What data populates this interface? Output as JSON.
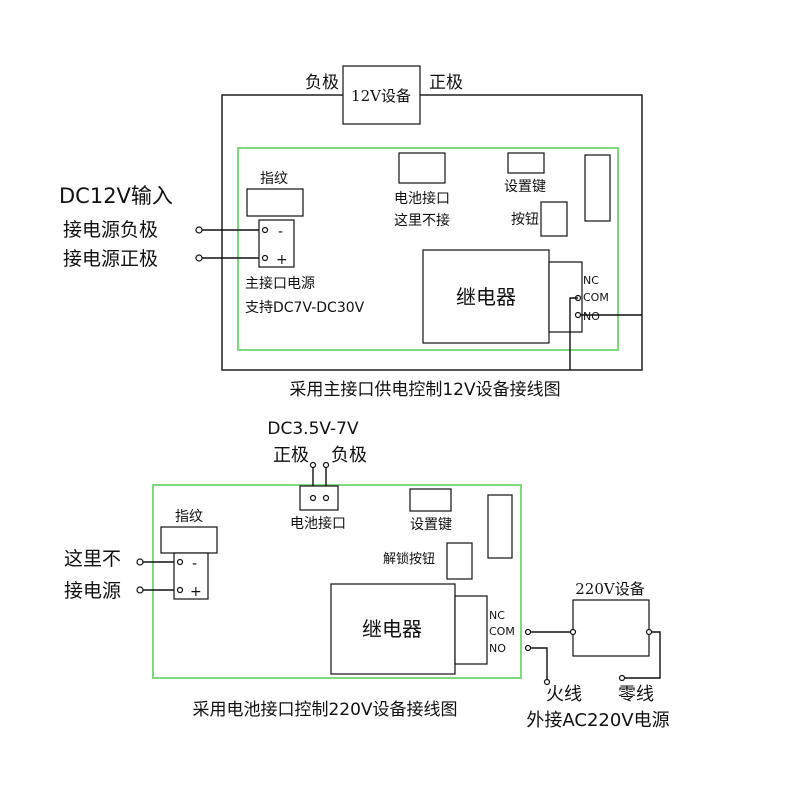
{
  "top_diagram": {
    "device_label": "12V设备",
    "neg_label": "负极",
    "pos_label": "正极",
    "input_title": "DC12V输入",
    "input_neg": "接电源负极",
    "input_pos": "接电源正极",
    "fingerprint": "指纹",
    "battery_port": "电池接口",
    "battery_note": "这里不接",
    "set_key": "设置键",
    "button": "按钮",
    "terminal_minus": "-",
    "terminal_plus": "+",
    "main_port_1": "主接口电源",
    "main_port_2": "支持DC7V-DC30V",
    "relay": "继电器",
    "nc": "NC",
    "com": "COM",
    "no": "NO",
    "caption": "采用主接口供电控制12V设备接线图"
  },
  "bottom_diagram": {
    "dc_range": "DC3.5V-7V",
    "pos_label": "正极",
    "neg_label": "负极",
    "fingerprint": "指纹",
    "battery_port": "电池接口",
    "set_key": "设置键",
    "unlock_button": "解锁按钮",
    "no_power_1": "这里不",
    "no_power_2": "接电源",
    "terminal_minus": "-",
    "terminal_plus": "+",
    "relay": "继电器",
    "nc": "NC",
    "com": "COM",
    "no": "NO",
    "device_label": "220V设备",
    "live": "火线",
    "neutral": "零线",
    "ext_power": "外接AC220V电源",
    "caption": "采用电池接口控制220V设备接线图"
  }
}
